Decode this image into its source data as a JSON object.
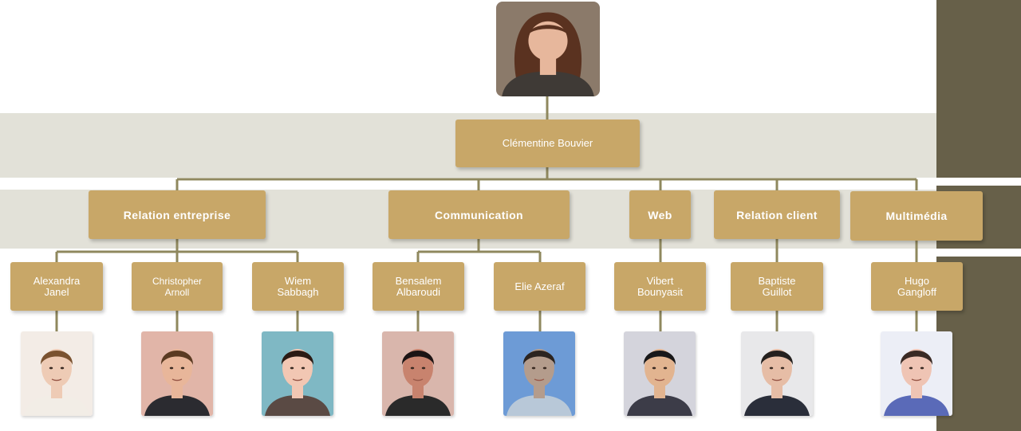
{
  "colors": {
    "box": "#c8a768",
    "band": "#e2e1d8",
    "line": "#8f885e",
    "sidebar": "#676049"
  },
  "root": {
    "name": "Clémentine Bouvier",
    "photo": {
      "bg": "#8b7a6a",
      "skin": "#e7b79c",
      "hair": "#5a3220",
      "shirt": "#3f3a36"
    }
  },
  "departments": [
    {
      "label": "Relation entreprise"
    },
    {
      "label": "Communication"
    },
    {
      "label": "Web"
    },
    {
      "label": "Relation client"
    },
    {
      "label": "Multimédia"
    }
  ],
  "members": [
    {
      "name": "Alexandra\nJanel",
      "photo": {
        "bg": "#f3ece6",
        "skin": "#eecbb5",
        "hair": "#7a5230",
        "shirt": "#f2ede6"
      }
    },
    {
      "name": "Christopher\nArnoll",
      "photo": {
        "bg": "#e1b5a8",
        "skin": "#e8b69a",
        "hair": "#5a3a22",
        "shirt": "#2b2b30"
      }
    },
    {
      "name": "Wiem\nSabbagh",
      "photo": {
        "bg": "#7fb8c4",
        "skin": "#f2c7b3",
        "hair": "#2b1a14",
        "shirt": "#5a4a44"
      }
    },
    {
      "name": "Bensalem\nAlbaroudi",
      "photo": {
        "bg": "#d9b6ac",
        "skin": "#c8836e",
        "hair": "#1c1414",
        "shirt": "#2a2a2a"
      }
    },
    {
      "name": "Elie Azeraf",
      "photo": {
        "bg": "#6d9bd6",
        "skin": "#b49c8c",
        "hair": "#2c2420",
        "shirt": "#b8c8d8"
      }
    },
    {
      "name": "Vibert\nBounyasit",
      "photo": {
        "bg": "#d4d4dc",
        "skin": "#e2b490",
        "hair": "#18181a",
        "shirt": "#3c3c48"
      }
    },
    {
      "name": "Baptiste\nGuillot",
      "photo": {
        "bg": "#e8e8ea",
        "skin": "#e6bda6",
        "hair": "#24201e",
        "shirt": "#2a2e3a"
      }
    },
    {
      "name": "Hugo\nGangloff",
      "photo": {
        "bg": "#eceef6",
        "skin": "#efc4b4",
        "hair": "#3a2a24",
        "shirt": "#5a6ab8"
      }
    }
  ]
}
